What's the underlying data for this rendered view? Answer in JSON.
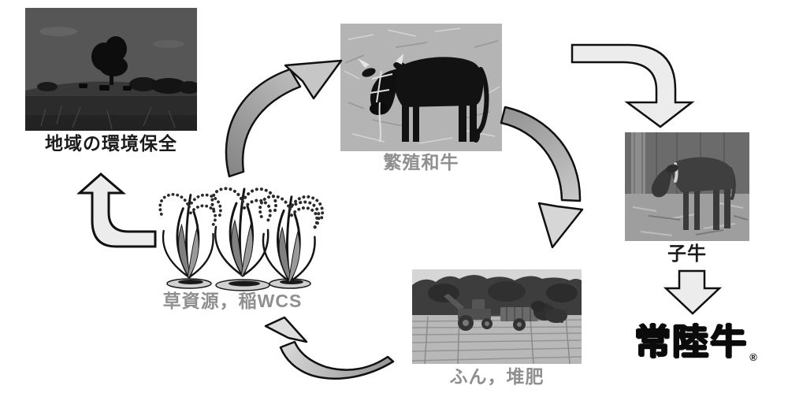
{
  "diagram": {
    "nodes": {
      "environment": {
        "label": "地域の環境保全",
        "type": "photo",
        "alt": "dark pasture landscape with tree and grazing cattle"
      },
      "breeding_wagyu": {
        "label": "繁殖和牛",
        "type": "photo",
        "alt": "black wagyu breeding cow standing on straw"
      },
      "calf": {
        "label": "子牛",
        "type": "photo",
        "alt": "dark calf standing on straw bedding in barn"
      },
      "brand": {
        "label": "常陸牛",
        "registered_mark": "®"
      },
      "grass_resource": {
        "label": "草資源，稲WCS",
        "type": "illustration",
        "alt": "rice plants line art"
      },
      "manure_compost": {
        "label": "ふん，堆肥",
        "type": "photo",
        "alt": "tractor with spreader applying manure to field"
      }
    },
    "arrows": [
      {
        "from": "grass_resource",
        "to": "breeding_wagyu",
        "style": "curved-gradient"
      },
      {
        "from": "breeding_wagyu",
        "to": "calf",
        "style": "bent-outline"
      },
      {
        "from": "breeding_wagyu",
        "to": "manure_compost",
        "style": "curved-gradient"
      },
      {
        "from": "manure_compost",
        "to": "grass_resource",
        "style": "curved-gradient"
      },
      {
        "from": "grass_resource",
        "to": "environment",
        "style": "bent-outline"
      },
      {
        "from": "calf",
        "to": "brand",
        "style": "straight-outline"
      }
    ],
    "colors": {
      "label_gray": "#8f8f8f",
      "label_dark": "#1b1b1b",
      "arrow_fill_light": "#ececec",
      "arrow_outline": "#111111",
      "arrow_gradient_dark": "#8a8a8a",
      "arrow_gradient_light": "#d6d6d6"
    }
  }
}
